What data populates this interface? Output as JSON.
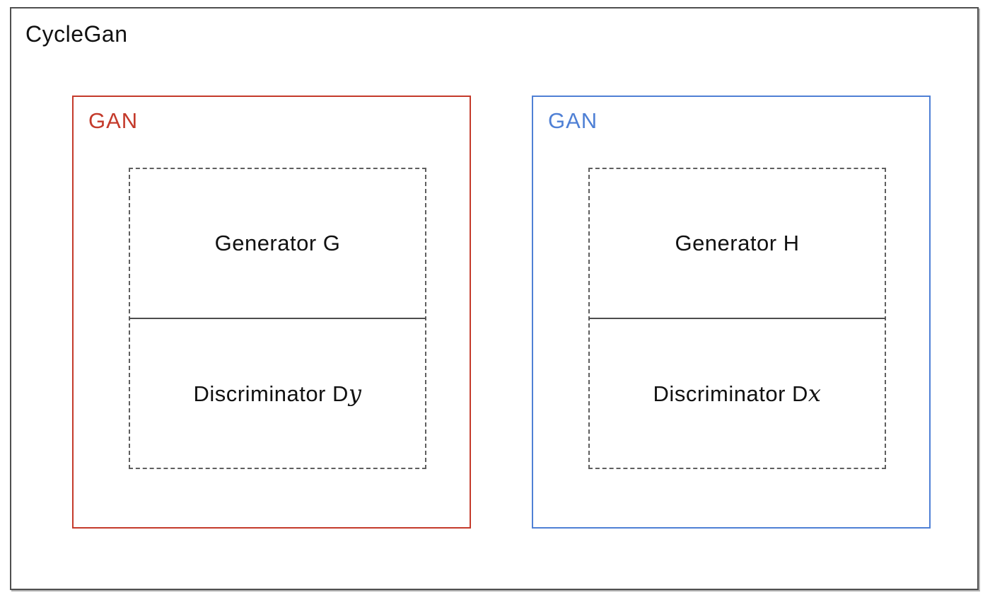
{
  "diagram": {
    "title": "CycleGan",
    "gans": [
      {
        "label": "GAN",
        "accent": "#c43a2b",
        "generator_label": "Generator G",
        "discriminator_prefix": "Discriminator D",
        "discriminator_var": "y"
      },
      {
        "label": "GAN",
        "accent": "#4f80d5",
        "generator_label": "Generator H",
        "discriminator_prefix": "Discriminator D",
        "discriminator_var": "x"
      }
    ]
  },
  "colors": {
    "outer_border": "#4f4f4f",
    "dashed_border": "#5f5f5f",
    "divider": "#4d4d4d",
    "text": "#111111",
    "background": "#ffffff"
  }
}
